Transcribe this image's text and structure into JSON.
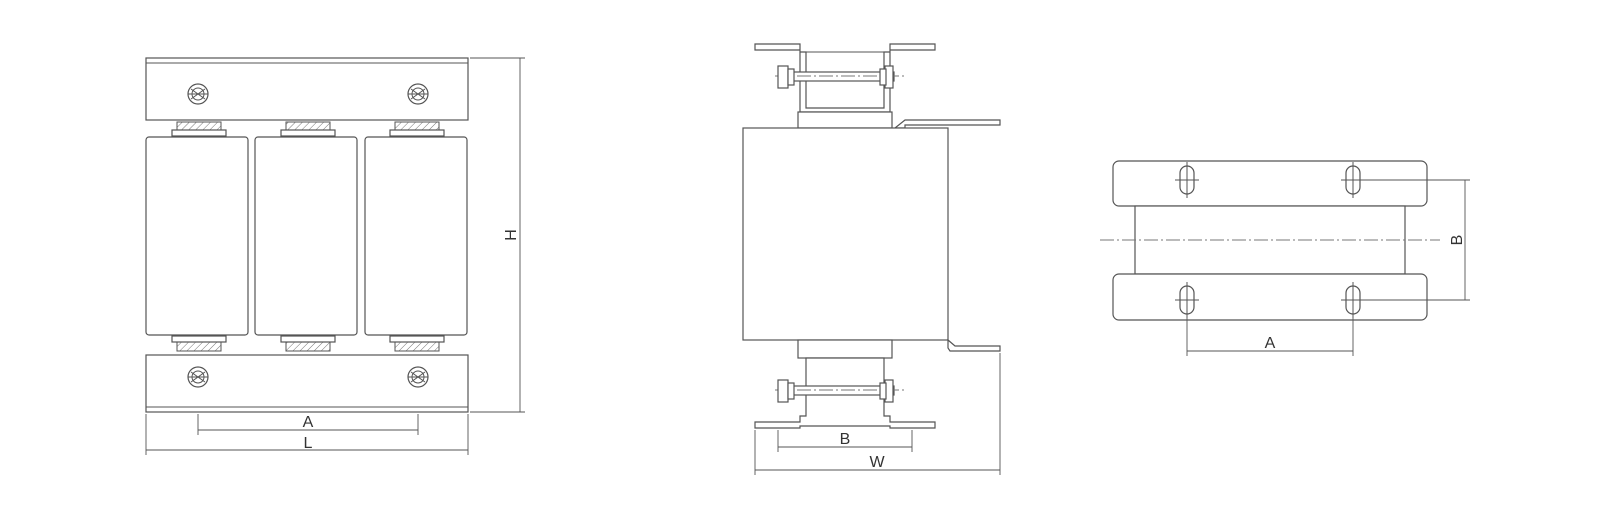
{
  "colors": {
    "line": "#555555",
    "background": "#ffffff",
    "text": "#333333"
  },
  "front_view": {
    "dim_a": "A",
    "dim_l": "L",
    "dim_h": "H"
  },
  "side_view": {
    "dim_b": "B",
    "dim_w": "W"
  },
  "bottom_view": {
    "dim_a": "A",
    "dim_b": "B"
  }
}
